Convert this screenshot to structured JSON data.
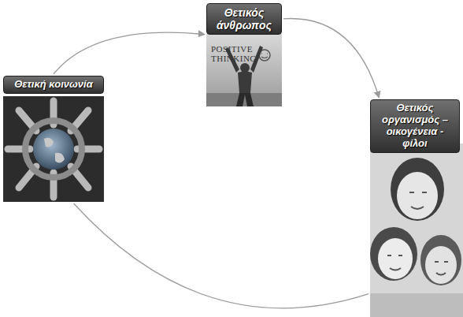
{
  "diagram": {
    "nodes": [
      {
        "text": [
          "Θετικός άνθρωπος"
        ]
      },
      {
        "text": [
          "Θετική κοινωνία"
        ]
      },
      {
        "text": [
          "Θετικός οργανισμός – οικογένεια - φίλοι"
        ]
      }
    ],
    "edges": [
      {
        "from": 1,
        "to": 0,
        "arrow": "to"
      },
      {
        "from": 0,
        "to": 2,
        "arrow": "to"
      },
      {
        "from": 2,
        "to": 1,
        "arrow": "none"
      }
    ],
    "labels": [
      "POSITIVE THINKING"
    ]
  }
}
